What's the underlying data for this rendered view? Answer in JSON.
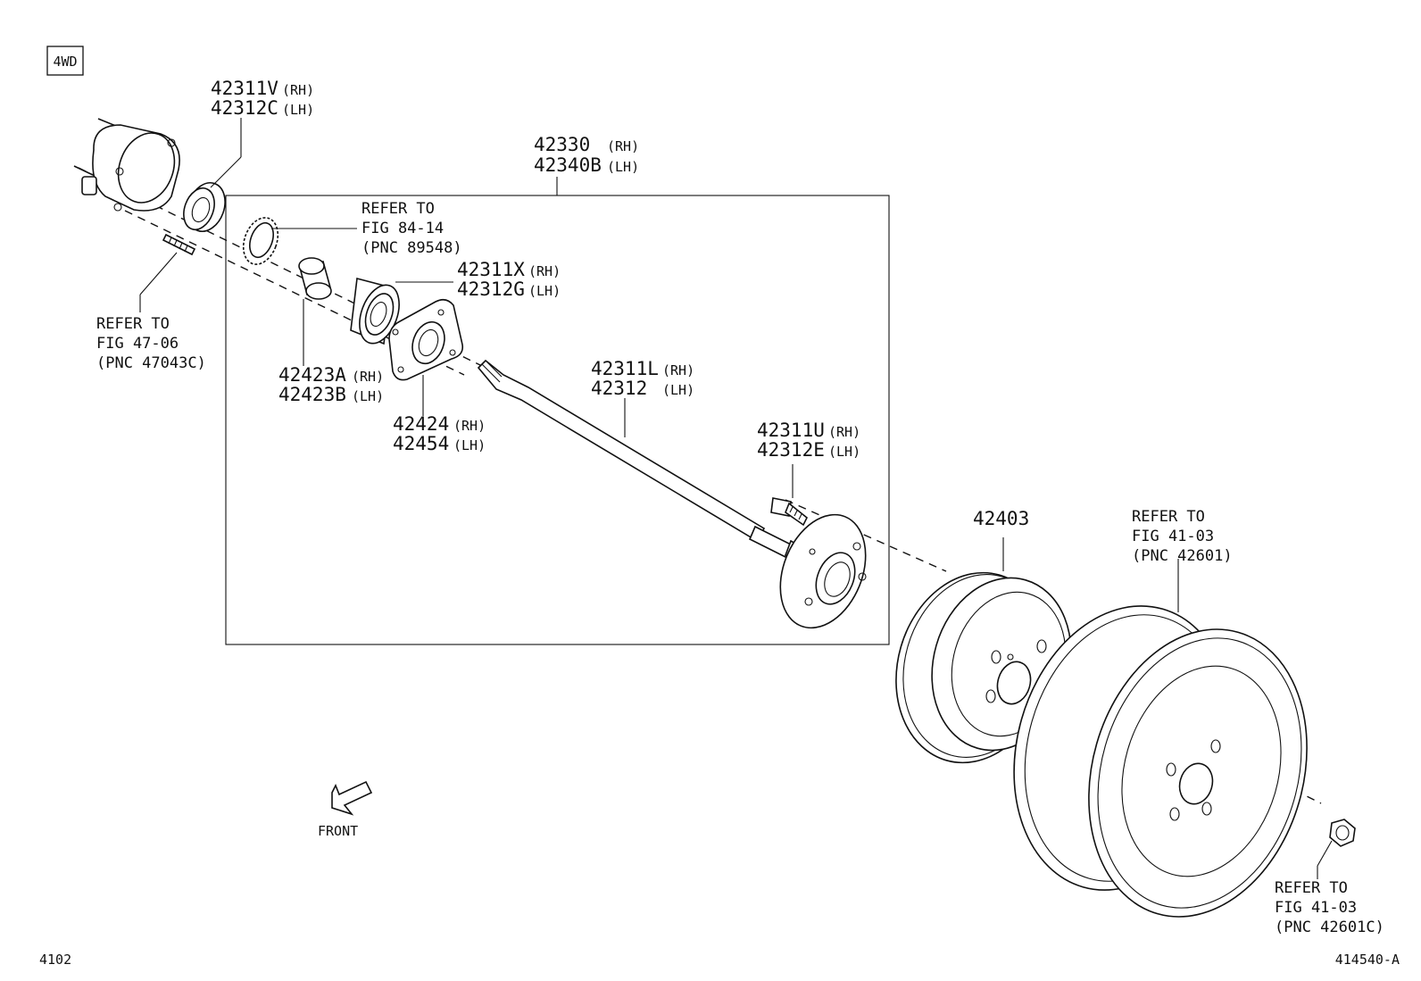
{
  "badge": "4WD",
  "page_number": "4102",
  "figure_id": "414540-A",
  "front_label": "FRONT",
  "labels": {
    "bearing_retainer": {
      "l1": "42311V",
      "s1": "(RH)",
      "l2": "42312C",
      "s2": "(LH)"
    },
    "axle_assembly": {
      "l1": "42330",
      "s1": "(RH)",
      "l2": "42340B",
      "s2": "(LH)"
    },
    "abs_rotor_ref": {
      "l1": "REFER TO",
      "l2": "FIG 84-14",
      "l3": "(PNC 89548)"
    },
    "bearing": {
      "l1": "42311X",
      "s1": "(RH)",
      "l2": "42312G",
      "s2": "(LH)"
    },
    "stud_ref_left": {
      "l1": "REFER TO",
      "l2": "FIG 47-06",
      "l3": "(PNC 47043C)"
    },
    "inner_retainer": {
      "l1": "42423A",
      "s1": "(RH)",
      "l2": "42423B",
      "s2": "(LH)"
    },
    "plate": {
      "l1": "42424",
      "s1": "(RH)",
      "l2": "42454",
      "s2": "(LH)"
    },
    "shaft": {
      "l1": "42311L",
      "s1": "(RH)",
      "l2": "42312",
      "s2": "(LH)"
    },
    "hub_bolt": {
      "l1": "42311U",
      "s1": "(RH)",
      "l2": "42312E",
      "s2": "(LH)"
    },
    "drum": {
      "l1": "42403"
    },
    "wheel_ref": {
      "l1": "REFER TO",
      "l2": "FIG 41-03",
      "l3": "(PNC 42601)"
    },
    "nut_ref": {
      "l1": "REFER TO",
      "l2": "FIG 41-03",
      "l3": "(PNC 42601C)"
    }
  }
}
